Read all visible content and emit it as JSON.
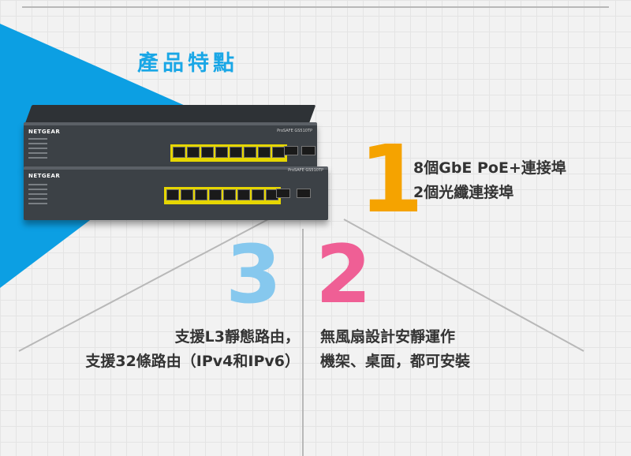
{
  "section": {
    "title": "產品特點"
  },
  "product": {
    "brand": "NETGEAR",
    "model": "ProSAFE GS510TP"
  },
  "features": [
    {
      "number": "1",
      "lines": [
        "8個GbE PoE+連接埠",
        "2個光纖連接埠"
      ]
    },
    {
      "number": "2",
      "lines": [
        "無風扇設計安靜運作",
        "機架、桌面，都可安裝"
      ]
    },
    {
      "number": "3",
      "lines": [
        "支援L3靜態路由，",
        "支援32條路由（IPv4和IPv6）"
      ]
    }
  ],
  "colors": {
    "accent_blue": "#1aa7e6",
    "one": "#f5a300",
    "two": "#ef5f95",
    "three": "#86c8ee"
  }
}
